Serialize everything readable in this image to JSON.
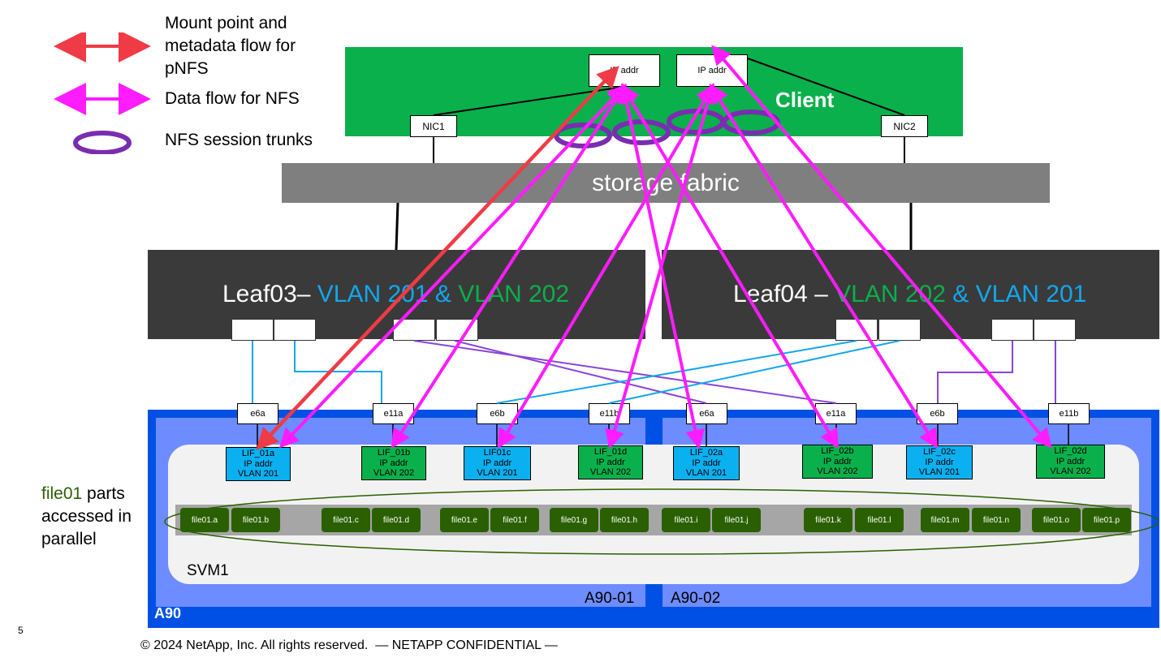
{
  "legend": {
    "mount_label": "Mount point and metadata flow for pNFS",
    "data_label": "Data flow for NFS",
    "trunk_label": "NFS session trunks"
  },
  "client": {
    "title": "Client",
    "ip1": "IP addr",
    "ip2": "IP addr",
    "nic1": "NIC1",
    "nic2": "NIC2"
  },
  "fabric": {
    "label": "storage fabric"
  },
  "leaf03": {
    "name": "Leaf03–",
    "vlan_a": "VLAN 201",
    "amp": "&",
    "vlan_b": "VLAN 202"
  },
  "leaf04": {
    "name": "Leaf04 –",
    "vlan_a": "VLAN 202",
    "amp": "&",
    "vlan_b": "VLAN 201"
  },
  "ports": [
    "e6a",
    "e11a",
    "e6b",
    "e11b",
    "e6a",
    "e11a",
    "e6b",
    "e11b"
  ],
  "lifs": [
    {
      "name": "LIF_01a",
      "ip": "IP addr",
      "vlan": "VLAN 201"
    },
    {
      "name": "LIF_01b",
      "ip": "IP addr",
      "vlan": "VLAN 202"
    },
    {
      "name": "LIF01c",
      "ip": "IP addr",
      "vlan": "VLAN 201"
    },
    {
      "name": "LIF_01d",
      "ip": "IP addr",
      "vlan": "VLAN 202"
    },
    {
      "name": "LIF_02a",
      "ip": "IP addr",
      "vlan": "VLAN 201"
    },
    {
      "name": "LIF_02b",
      "ip": "IP addr",
      "vlan": "VLAN 202"
    },
    {
      "name": "LIF_02c",
      "ip": "IP addr",
      "vlan": "VLAN 201"
    },
    {
      "name": "LIF_02d",
      "ip": "IP addr",
      "vlan": "VLAN 202"
    }
  ],
  "files": [
    "file01.a",
    "file01.b",
    "file01.c",
    "file01.d",
    "file01.e",
    "file01.f",
    "file01.g",
    "file01.h",
    "file01.i",
    "file01.j",
    "file01.k",
    "file01.l",
    "file01.m",
    "file01.n",
    "file01.o",
    "file01.p"
  ],
  "file_note": {
    "file": "file01",
    "rest1": " parts",
    "line2": "accessed in",
    "line3": "parallel"
  },
  "svm": "SVM1",
  "node1": "A90-01",
  "node2": "A90-02",
  "a90": "A90",
  "slide_number": "5",
  "footer": "© 2024 NetApp, Inc. All rights reserved.  — NETAPP CONFIDENTIAL —",
  "colors": {
    "mount": "#ef3b46",
    "data": "#ff1cff",
    "trunk": "#7a2db0",
    "client": "#0ab04b",
    "vlan201": "#12a7ee",
    "vlan202": "#0ab04b",
    "file_green": "#2a6000"
  }
}
